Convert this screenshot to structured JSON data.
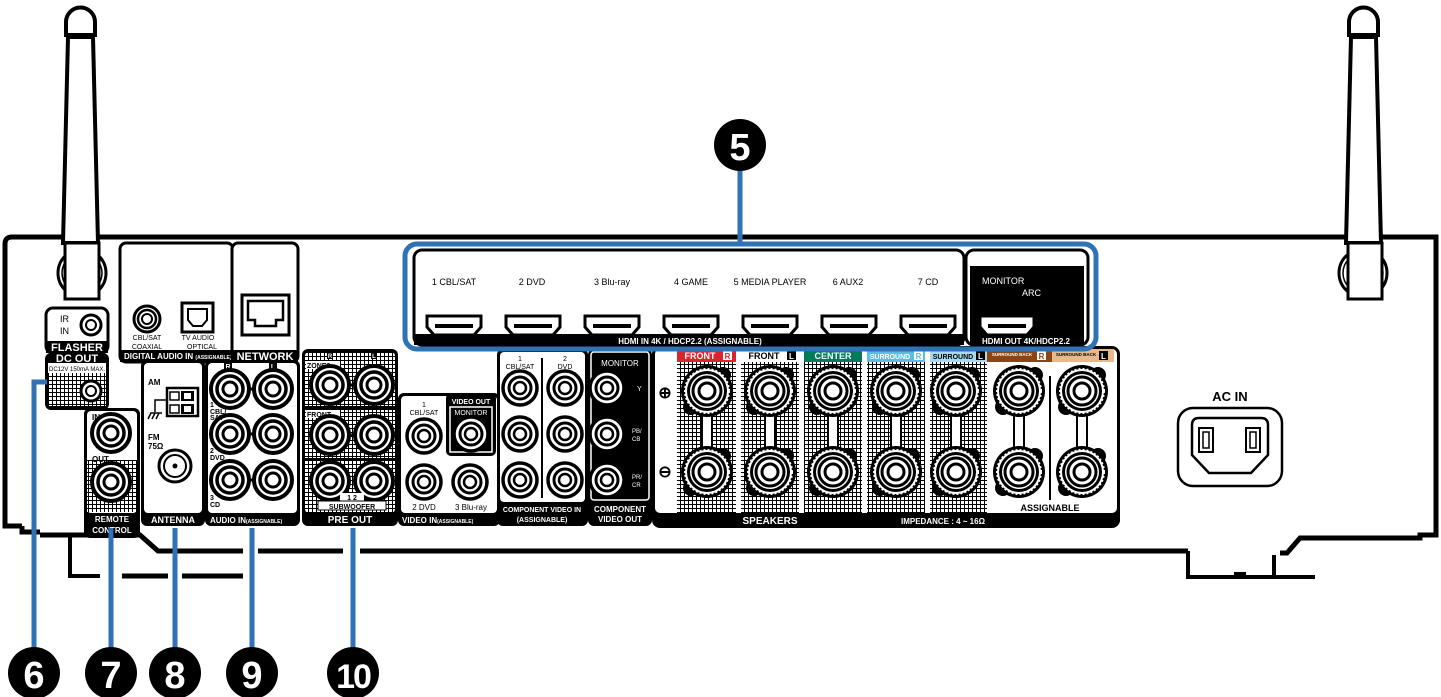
{
  "colors": {
    "callout": "#2f72b5",
    "front_r": "#d9262e",
    "center": "#007a5a",
    "surround_r": "#5bbde6",
    "surround_l": "#a7daf0",
    "surround_back_r": "#8b4513",
    "surround_back_l": "#e8b98a"
  },
  "callouts": {
    "c5": "5",
    "c6": "6",
    "c7": "7",
    "c8": "8",
    "c9": "9",
    "c10": "10"
  },
  "flasher": {
    "ir": "IR",
    "in": "IN",
    "title": "FLASHER"
  },
  "dc_out": {
    "title": "DC OUT",
    "spec": "DC12V 150mA MAX."
  },
  "digital_audio": {
    "coaxial_top": "CBL/SAT",
    "coaxial_bottom": "COAXIAL",
    "optical_top": "TV AUDIO",
    "optical_bottom": "OPTICAL",
    "title": "DIGITAL AUDIO IN",
    "title_sub": "(ASSIGNABLE)"
  },
  "network": {
    "title": "NETWORK"
  },
  "remote": {
    "in": "IN",
    "out": "OUT",
    "title1": "REMOTE",
    "title2": "CONTROL"
  },
  "antenna": {
    "am": "AM",
    "fm1": "FM",
    "fm2": "75Ω",
    "title": "ANTENNA"
  },
  "audio_in": {
    "r": "R",
    "l": "L",
    "inputs": [
      {
        "num": "1",
        "name1": "CBL/",
        "name2": "SAT"
      },
      {
        "num": "2",
        "name1": "DVD",
        "name2": ""
      },
      {
        "num": "3",
        "name1": "CD",
        "name2": ""
      }
    ],
    "title": "AUDIO IN",
    "title_sub": "(ASSIGNABLE)"
  },
  "pre_out": {
    "r": "R",
    "l": "L",
    "zone2": "ZONE2",
    "front": "FRONT",
    "sub_nums": "1  2",
    "subwoofer": "SUBWOOFER",
    "title": "PRE OUT"
  },
  "video_in": {
    "in1_num": "1",
    "in1_name": "CBL/SAT",
    "in2": "2 DVD",
    "in3": "3 Blu-ray",
    "video_out": "VIDEO OUT",
    "monitor": "MONITOR",
    "title": "VIDEO IN",
    "title_sub": "(ASSIGNABLE)"
  },
  "component_in": {
    "col1_num": "1",
    "col1_name": "CBL/SAT",
    "col2_num": "2",
    "col2_name": "DVD",
    "title1": "COMPONENT VIDEO IN",
    "title2": "(ASSIGNABLE)"
  },
  "component_out": {
    "monitor": "MONITOR",
    "y": "Y",
    "pb": "PB/",
    "cb": "CB",
    "pr": "PR/",
    "cr": "CR",
    "title1": "COMPONENT",
    "title2": "VIDEO OUT"
  },
  "hdmi_in": {
    "inputs": [
      "1 CBL/SAT",
      "2 DVD",
      "3 Blu-ray",
      "4 GAME",
      "5 MEDIA PLAYER",
      "6 AUX2",
      "7 CD"
    ],
    "title": "HDMI IN  4K / HDCP2.2 (ASSIGNABLE)"
  },
  "hdmi_out": {
    "monitor": "MONITOR",
    "arc": "ARC",
    "title": "HDMI OUT 4K/HDCP2.2"
  },
  "speakers": {
    "plus": "⊕",
    "minus": "⊖",
    "channels": [
      {
        "name": "FRONT",
        "side": "R"
      },
      {
        "name": "FRONT",
        "side": "L"
      },
      {
        "name": "CENTER",
        "side": ""
      },
      {
        "name": "SURROUND",
        "side": "R"
      },
      {
        "name": "SURROUND",
        "side": "L"
      },
      {
        "name": "SURROUND BACK",
        "side": "R"
      },
      {
        "name": "SURROUND BACK",
        "side": "L"
      }
    ],
    "title": "SPEAKERS",
    "impedance": "IMPEDANCE : 4 ~ 16Ω",
    "assignable": "ASSIGNABLE"
  },
  "ac_in": {
    "title": "AC IN"
  }
}
